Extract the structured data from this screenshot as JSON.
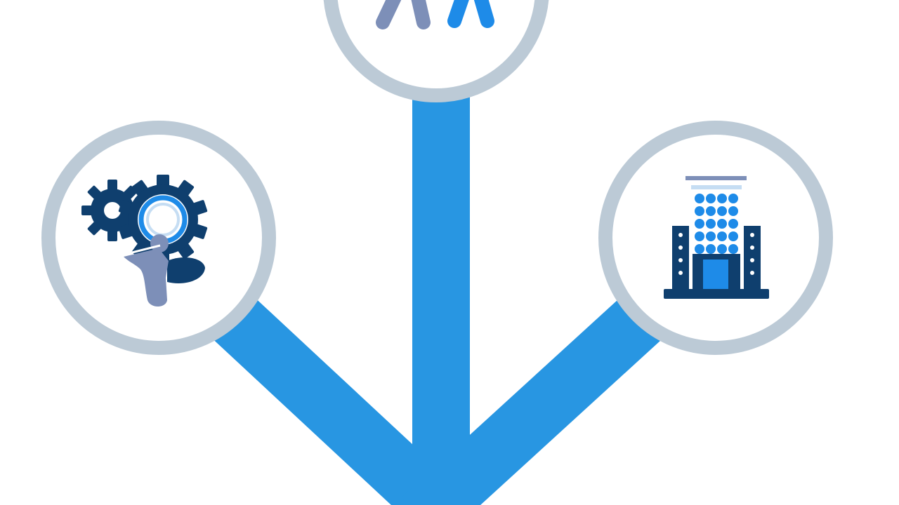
{
  "colors": {
    "background": "#ffffff",
    "connector": "#2896e2",
    "ring": "#bccad6",
    "node_fill": "#ffffff",
    "navy": "#0f3f6e",
    "bright_blue": "#1e8be8",
    "slate": "#7d8fb8",
    "light_blue": "#c5ddf3"
  },
  "diagram": {
    "nodes": [
      {
        "id": "node-top",
        "icon": "people-icon",
        "partially_visible": true
      },
      {
        "id": "node-left",
        "icon": "gear-brain-icon",
        "partially_visible": false
      },
      {
        "id": "node-right",
        "icon": "office-building-icon",
        "partially_visible": false
      }
    ],
    "connectors": [
      {
        "from": "node-top",
        "to": "junction"
      },
      {
        "from": "node-left",
        "to": "junction"
      },
      {
        "from": "node-right",
        "to": "junction"
      }
    ]
  }
}
